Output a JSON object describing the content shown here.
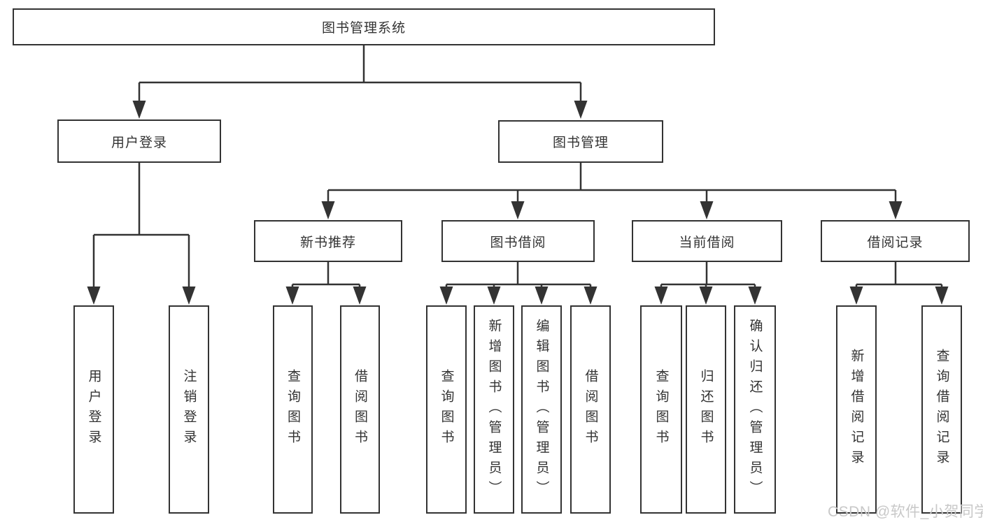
{
  "diagram_type": "tree",
  "tree": {
    "label": "图书管理系统",
    "children": [
      {
        "label": "用户登录",
        "children": [
          {
            "label": "用户登录"
          },
          {
            "label": "注销登录"
          }
        ]
      },
      {
        "label": "图书管理",
        "children": [
          {
            "label": "新书推荐",
            "children": [
              {
                "label": "查询图书"
              },
              {
                "label": "借阅图书"
              }
            ]
          },
          {
            "label": "图书借阅",
            "children": [
              {
                "label": "查询图书"
              },
              {
                "label": "新增图书（管理员）"
              },
              {
                "label": "编辑图书（管理员）"
              },
              {
                "label": "借阅图书"
              }
            ]
          },
          {
            "label": "当前借阅",
            "children": [
              {
                "label": "查询图书"
              },
              {
                "label": "归还图书"
              },
              {
                "label": "确认归还（管理员）"
              }
            ]
          },
          {
            "label": "借阅记录",
            "children": [
              {
                "label": "新增借阅记录"
              },
              {
                "label": "查询借阅记录"
              }
            ]
          }
        ]
      }
    ]
  },
  "watermark": {
    "text": "CSDN @软件_小贺同学"
  },
  "colors": {
    "line": "#333333",
    "text": "#333333",
    "watermark": "#c8c8c8",
    "background": "#ffffff"
  }
}
